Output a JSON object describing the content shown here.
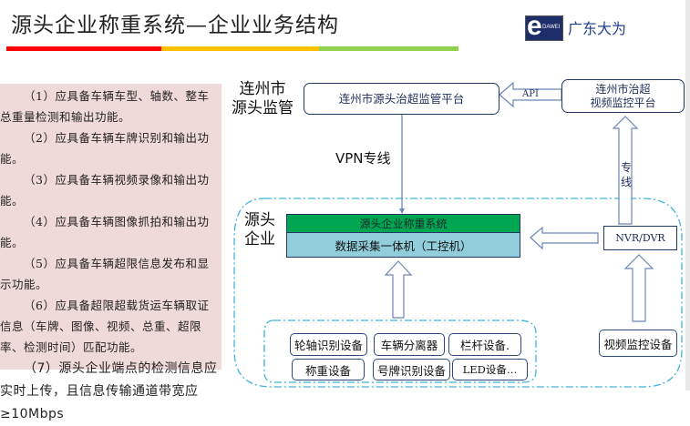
{
  "header": {
    "title": "源头企业称重系统—企业业务结构",
    "logo_letter": "e",
    "logo_text": "DAWEI",
    "brand": "广东大为",
    "accent_colors": [
      "#ff0000",
      "#ffc000",
      "#92d050"
    ]
  },
  "requirements": [
    "（1）应具备车辆车型、轴数、整车总重量检测和输出功能。",
    "（2）应具备车辆车牌识别和输出功能。",
    "（3）应具备车辆视频录像和输出功能。",
    "（4）应具备车辆图像抓拍和输出功能。",
    "（5）应具备车辆超限信息发布和显示功能。",
    "（6）应具备超限超载货运车辆取证信息（车牌、图像、视频、总重、超限率、检测时间）匹配功能。",
    "（7）源头企业端点的检测信息应实时上传，且信息传输通道带宽应≥10Mbps"
  ],
  "diagram": {
    "regulator_label_line1": "连州市",
    "regulator_label_line2": "源头监管",
    "regulator_platform": "连州市源头治超监管平台",
    "video_platform_line1": "连州市治超",
    "video_platform_line2": "视频监控平台",
    "api_label": "API",
    "vpn_label": "VPN专线",
    "dedicated_line_label_1": "专",
    "dedicated_line_label_2": "线",
    "enterprise_label_line1": "源头",
    "enterprise_label_line2": "企业",
    "weighing_system": "源头企业称重系统",
    "data_collector": "数据采集一体机（工控机）",
    "nvr": "NVR/DVR",
    "video_device": "视频监控设备",
    "devices": [
      "轮轴识别设备",
      "车辆分离器",
      "栏杆设备.",
      "称重设备",
      "号牌识别设备",
      "LED设备…"
    ]
  }
}
